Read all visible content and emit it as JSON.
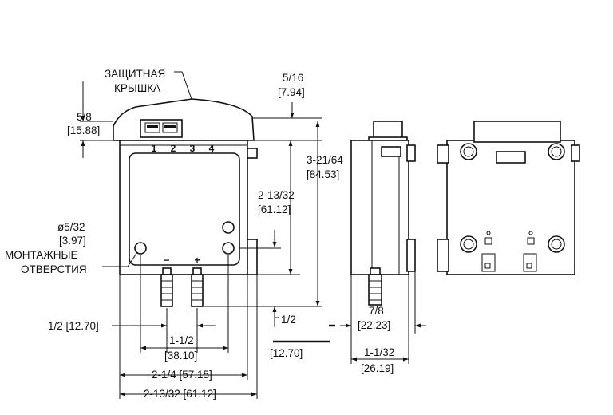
{
  "labels": {
    "cover_1": "ЗАЩИТНАЯ",
    "cover_2": "КРЫШКА",
    "holes_1": "МОНТАЖНЫЕ",
    "holes_2": "ОТВЕРСТИЯ"
  },
  "terminals": [
    "1",
    "2",
    "3",
    "4"
  ],
  "polarity": {
    "minus": "−",
    "plus": "+"
  },
  "dimensions": {
    "d_5_16": "5/16",
    "d_7_94": "[7.94]",
    "d_5_8": "5/8",
    "d_15_88": "[15.88]",
    "d_3_21_64": "3-21/64",
    "d_84_53": "[84.53]",
    "d_2_13_32_v": "2-13/32",
    "d_61_12_v": "[61.12]",
    "d_hole": "ø5/32",
    "d_3_97": "[3.97]",
    "d_half_in": "1/2 [12.70]",
    "d_1_1_2": "1-1/2",
    "d_38_10": "[38.10]",
    "d_2_1_4": "2-1/4 [57.15]",
    "d_2_13_32_h": "2-13/32 [61.12]",
    "d_half": "1/2",
    "d_12_70": "[12.70]",
    "d_7_8": "7/8",
    "d_22_23": "[22.23]",
    "d_1_1_32": "1-1/32",
    "d_26_19": "[26.19]"
  }
}
